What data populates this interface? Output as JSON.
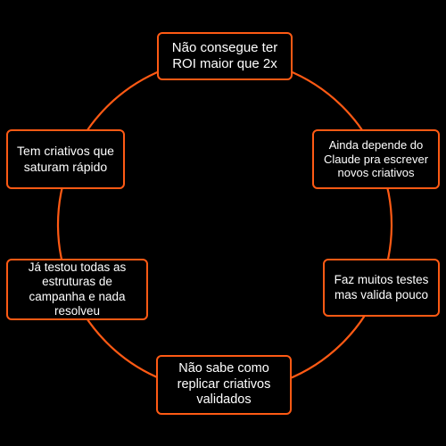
{
  "accent_color": "#ff5a14",
  "background_color": "#000000",
  "nodes": {
    "top": "Não consegue ter ROI maior que 2x",
    "right_top": "Ainda depende do Claude pra escrever novos criativos",
    "right_bottom": "Faz muitos testes mas valida pouco",
    "bottom": "Não sabe como replicar criativos validados",
    "left_bottom": "Já testou todas as estruturas de campanha e nada resolveu",
    "left_top": "Tem criativos que saturam rápido"
  }
}
